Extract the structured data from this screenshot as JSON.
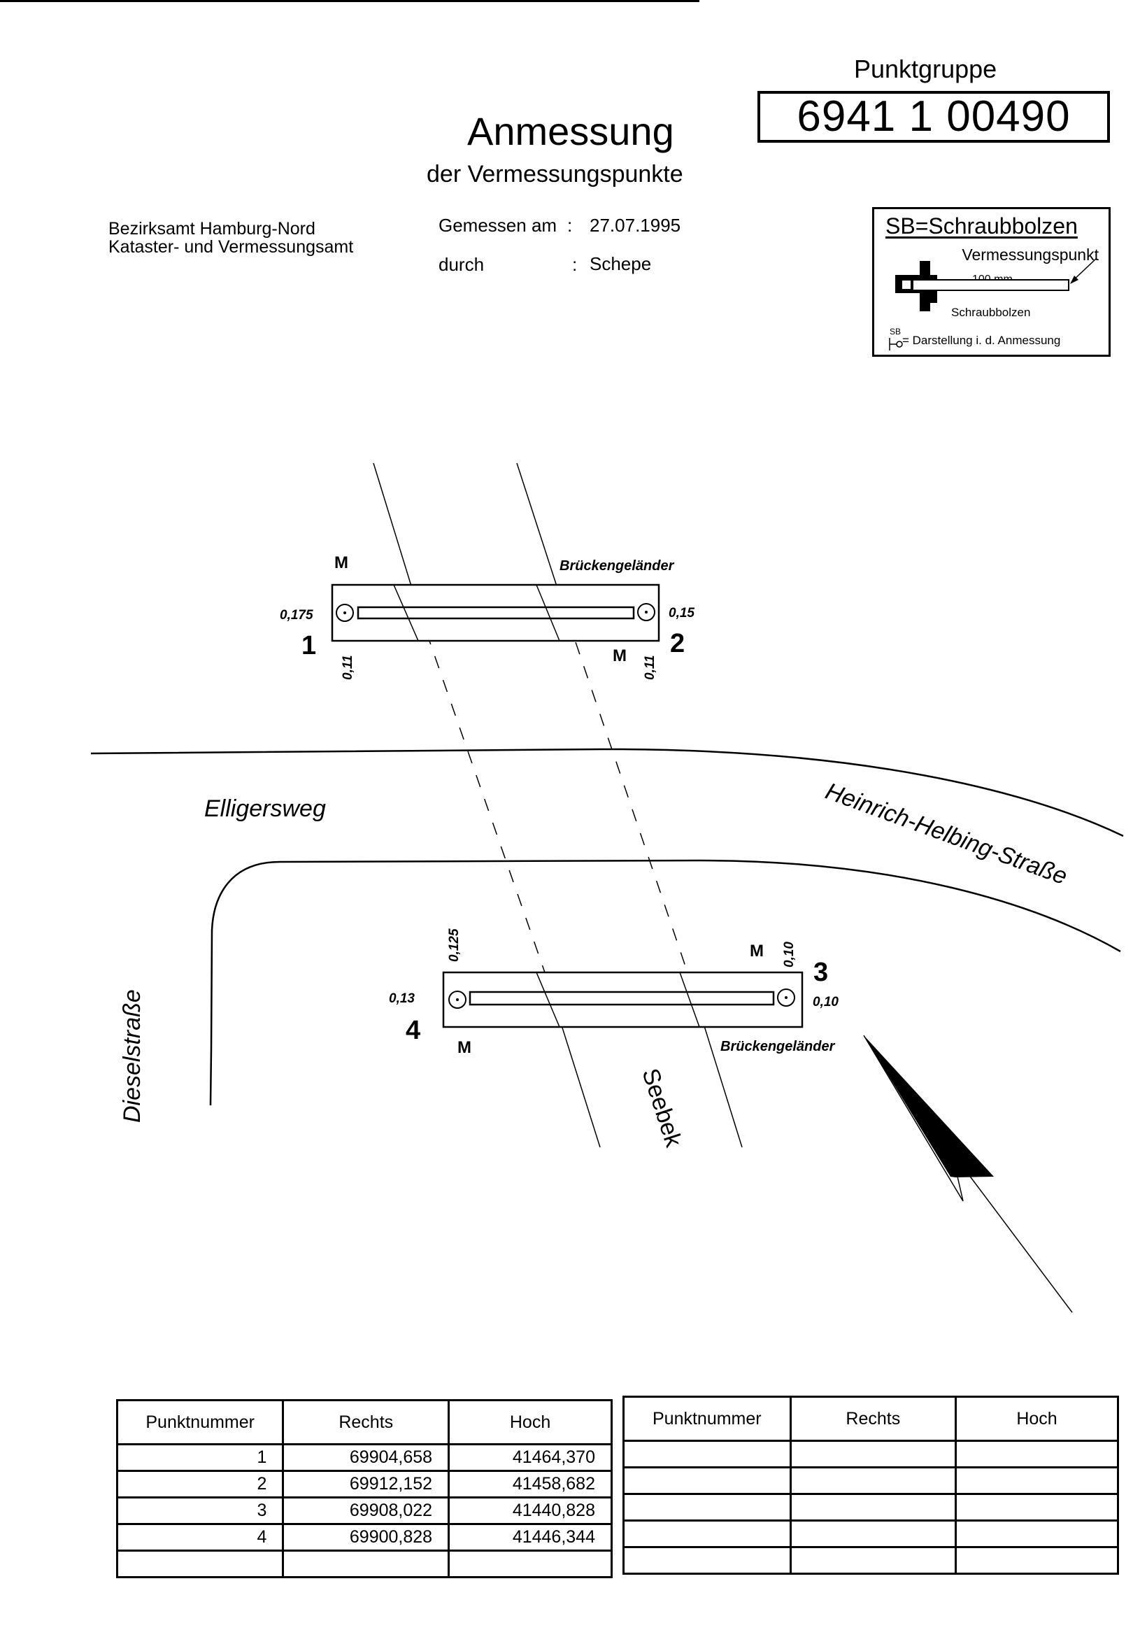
{
  "header": {
    "title": "Anmessung",
    "subtitle": "der Vermessungspunkte",
    "point_group_label": "Punktgruppe",
    "point_group_number": "6941 1 00490",
    "office_line1": "Bezirksamt Hamburg-Nord",
    "office_line2": "Kataster- und Vermessungsamt",
    "measured_on_label": "Gemessen am",
    "measured_on_value": "27.07.1995",
    "measured_by_label": "durch",
    "measured_by_value": "Schepe",
    "separator": ":"
  },
  "legend": {
    "title": "SB=Schraubbolzen",
    "point_label": "Vermessungspunkt",
    "length_label": "100 mm",
    "bolt_label": "Schraubbolzen",
    "symbol_abbrev": "SB",
    "symbol_description": "= Darstellung i. d. Anmessung"
  },
  "sketch": {
    "streets": {
      "elligersweg": "Elligersweg",
      "heinrich_helbing": "Heinrich-Helbing-Straße",
      "diesel": "Dieselstraße",
      "seebek": "Seebek"
    },
    "railing_label": "Brückengeländer",
    "marker_m": "M",
    "points": [
      {
        "number": "1",
        "offset_side": "0,175",
        "offset_below": "0,11"
      },
      {
        "number": "2",
        "offset_side": "0,15",
        "offset_below": "0,11"
      },
      {
        "number": "3",
        "offset_side": "0,10",
        "offset_above": "0,10"
      },
      {
        "number": "4",
        "offset_side": "0,13",
        "offset_above": "0,125"
      }
    ]
  },
  "tables": {
    "headers": [
      "Punktnummer",
      "Rechts",
      "Hoch"
    ],
    "left_rows": [
      [
        "1",
        "69904,658",
        "41464,370"
      ],
      [
        "2",
        "69912,152",
        "41458,682"
      ],
      [
        "3",
        "69908,022",
        "41440,828"
      ],
      [
        "4",
        "69900,828",
        "41446,344"
      ],
      [
        "",
        "",
        ""
      ]
    ],
    "right_rows": [
      [
        "",
        "",
        ""
      ],
      [
        "",
        "",
        ""
      ],
      [
        "",
        "",
        ""
      ],
      [
        "",
        "",
        ""
      ],
      [
        "",
        "",
        ""
      ]
    ]
  }
}
